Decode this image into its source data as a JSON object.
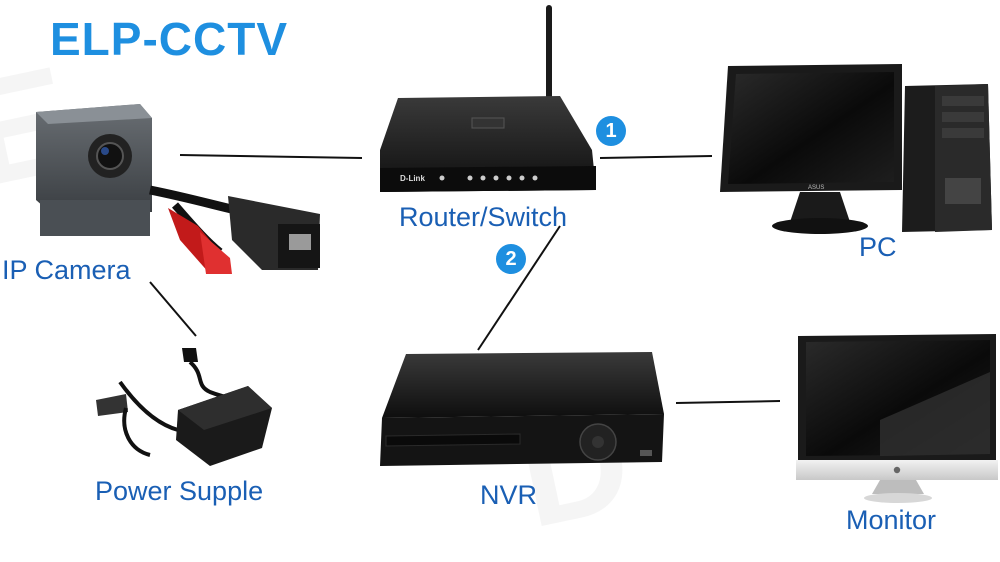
{
  "brand": "ELP-CCTV",
  "nodes": {
    "camera": "IP Camera",
    "router": "Router/Switch",
    "pc": "PC",
    "power": "Power Supple",
    "nvr": "NVR",
    "monitor": "Monitor"
  },
  "badges": {
    "one": "1",
    "two": "2"
  },
  "device_text": {
    "router_brand": "D-Link",
    "monitor_brand": "ASUS"
  },
  "colors": {
    "label": "#1a5fb4",
    "brand": "#1e8fe0",
    "badge": "#1e8fe0",
    "device": "#1c1c1c"
  }
}
